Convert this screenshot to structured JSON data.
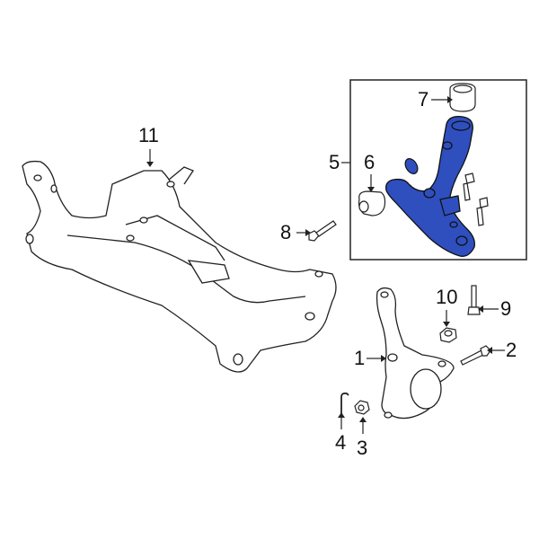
{
  "diagram": {
    "type": "exploded parts diagram",
    "subject": "Front suspension crossmember and lower control arm",
    "highlight_color": "#2f4fbf",
    "inset_box": {
      "label": "5",
      "contains": [
        "6",
        "7"
      ]
    },
    "callouts": [
      {
        "id": "c1",
        "label": "1",
        "part": "steering knuckle"
      },
      {
        "id": "c2",
        "label": "2",
        "part": "bolt"
      },
      {
        "id": "c3",
        "label": "3",
        "part": "nut"
      },
      {
        "id": "c4",
        "label": "4",
        "part": "cotter pin"
      },
      {
        "id": "c5",
        "label": "5",
        "part": "lower control arm assembly"
      },
      {
        "id": "c6",
        "label": "6",
        "part": "front bushing"
      },
      {
        "id": "c7",
        "label": "7",
        "part": "rear bushing"
      },
      {
        "id": "c8",
        "label": "8",
        "part": "bolt"
      },
      {
        "id": "c9",
        "label": "9",
        "part": "bolt"
      },
      {
        "id": "c10",
        "label": "10",
        "part": "nut"
      },
      {
        "id": "c11",
        "label": "11",
        "part": "crossmember"
      }
    ]
  }
}
